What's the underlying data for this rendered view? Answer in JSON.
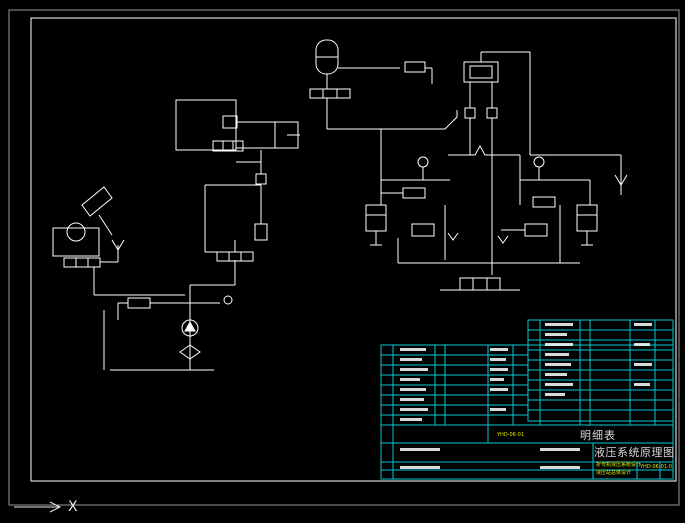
{
  "drawing": {
    "title": "液压系统原理图",
    "parts_list_label": "明细表",
    "code": "YHD-06-01-0",
    "code_left": "YHD-06-01",
    "note_1": "折弯机液压系统设计",
    "note_2": "液压站总体设计",
    "axis_label": "X"
  },
  "colors": {
    "background": "#000000",
    "line": "#ffffff",
    "table": "#00c8d2",
    "text": "#e6e600"
  }
}
